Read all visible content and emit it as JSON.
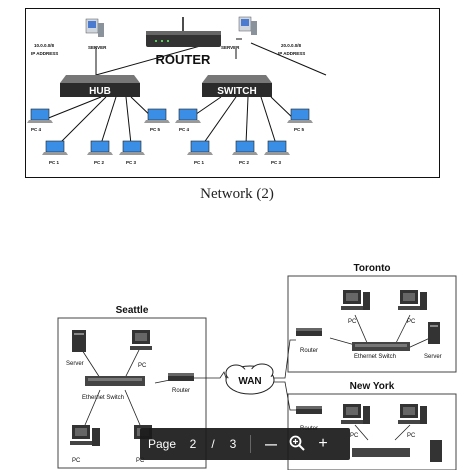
{
  "figure1": {
    "router_label": "ROUTER",
    "hub_label": "HUB",
    "switch_label": "SWITCH",
    "left_server_label": "SERVER",
    "right_server_label": "SERVER",
    "left_ip": [
      "10.0.0.0/8",
      "IP ADDRESS"
    ],
    "right_ip": [
      "20.0.0.0/8",
      "IP ADDRESS"
    ],
    "left_pcs": [
      "PC 4",
      "PC 5",
      "PC 1",
      "PC 2",
      "PC 3"
    ],
    "right_pcs": [
      "PC 4",
      "PC 5",
      "PC 1",
      "PC 2",
      "PC 3"
    ]
  },
  "caption": "Network (2)",
  "figure2": {
    "seattle": "Seattle",
    "toronto": "Toronto",
    "new_york": "New York",
    "wan": "WAN",
    "seattle_labels": {
      "server": "Server",
      "pc_top": "PC",
      "switch": "Ethernet Switch",
      "router": "Router",
      "pc_bottom": "PC",
      "pc_bottom2": "PC"
    },
    "toronto_labels": {
      "router": "Router",
      "pc1": "PC",
      "pc2": "PC",
      "switch": "Ethernet Switch",
      "server": "Server"
    },
    "ny_labels": {
      "router": "Router",
      "pc1": "PC",
      "pc2": "PC"
    }
  },
  "toolbar": {
    "page_label": "Page",
    "current_page": "2",
    "separator": "/",
    "total_pages": "3",
    "zoom_out": "—",
    "zoom_in": "+"
  }
}
